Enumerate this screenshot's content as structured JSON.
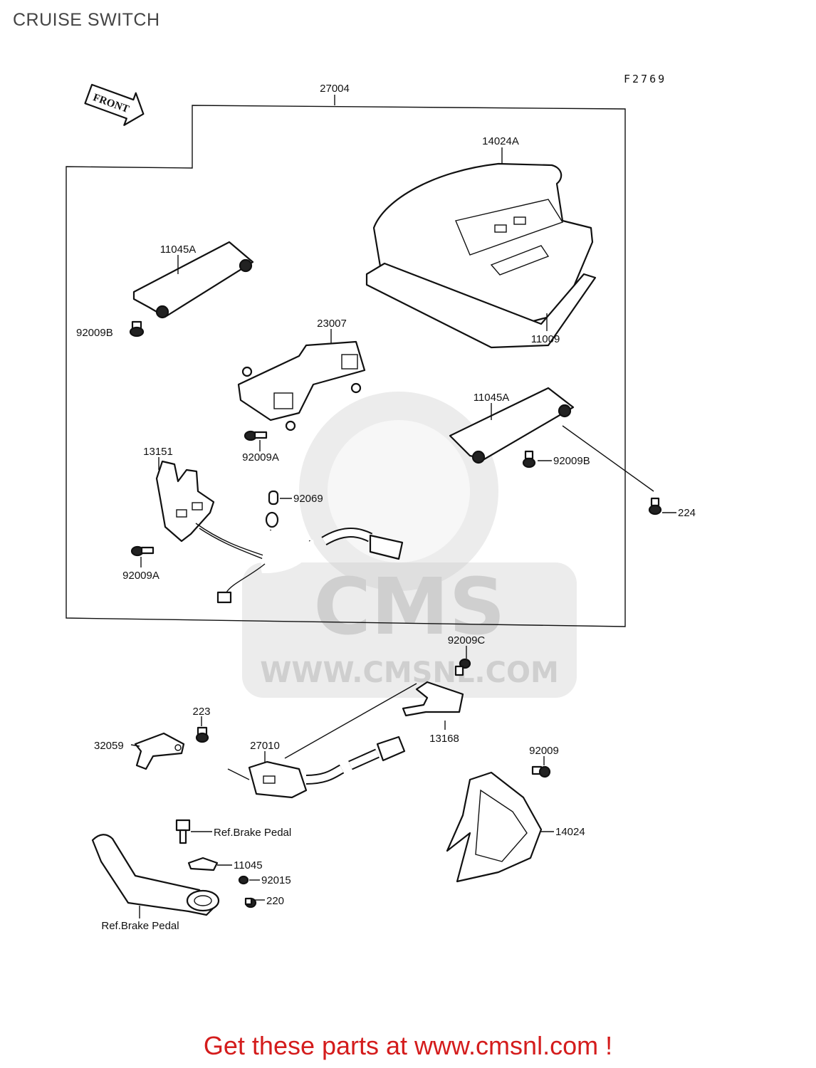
{
  "title": "CRUISE SWITCH",
  "figure_code": "F2769",
  "front_label": "FRONT",
  "footer_text": "Get these parts at www.cmsnl.com !",
  "watermark": {
    "logo_text": "CMS",
    "url_text": "WWW.CMSNL.COM"
  },
  "parts": {
    "p27004": "27004",
    "p14024A": "14024A",
    "p11045A_1": "11045A",
    "p92009B_1": "92009B",
    "p23007": "23007",
    "p11009": "11009",
    "p11045A_2": "11045A",
    "p92009A_1": "92009A",
    "p13151": "13151",
    "p92069": "92069",
    "p92009B_2": "92009B",
    "p224": "224",
    "p92009A_2": "92009A",
    "p92009C": "92009C",
    "p223": "223",
    "p32059": "32059",
    "p27010": "27010",
    "p13168": "13168",
    "p92009": "92009",
    "p14024": "14024",
    "ref_brake_pedal_1": "Ref.Brake Pedal",
    "p11045": "11045",
    "p92015": "92015",
    "p220": "220",
    "ref_brake_pedal_2": "Ref.Brake Pedal"
  }
}
